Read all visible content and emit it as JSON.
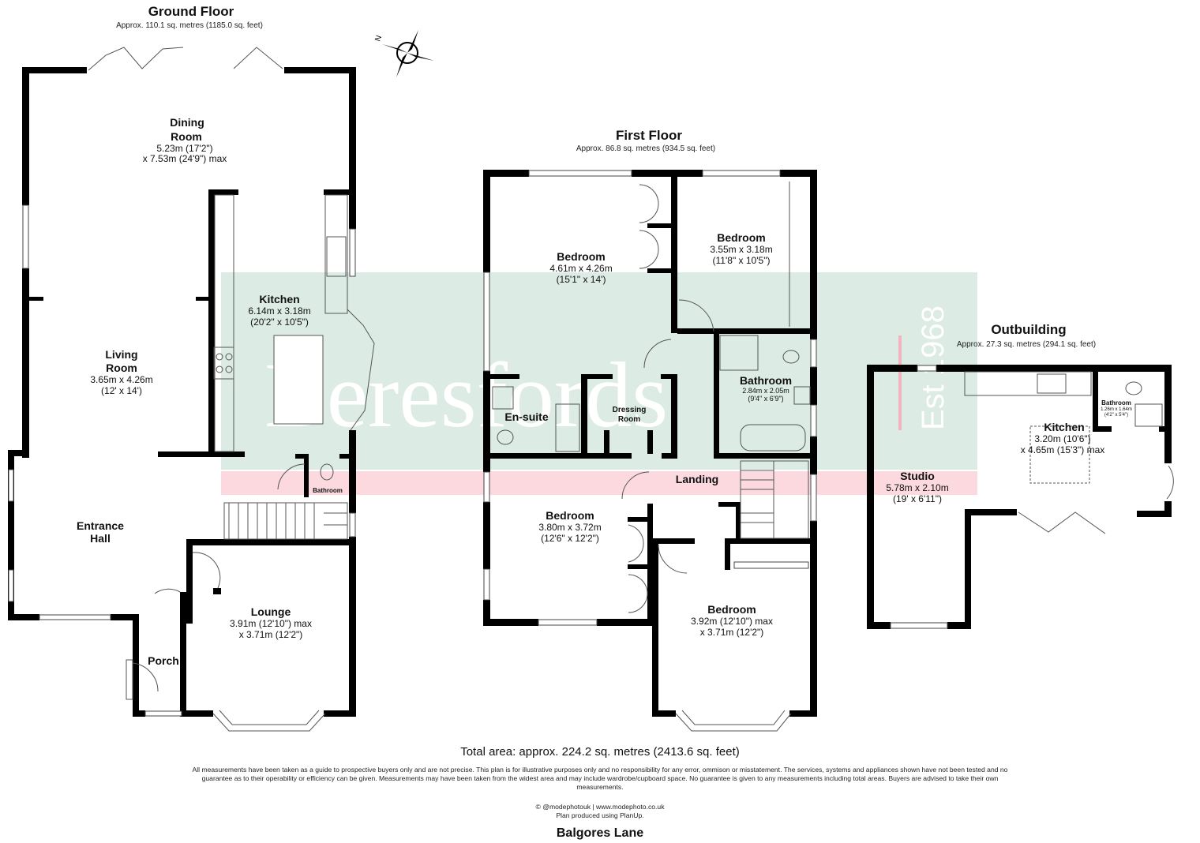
{
  "brand": {
    "name": "Beresfords",
    "est": "Est 1968",
    "band_color": "#dcebe3",
    "stripe_color": "#fbd9df"
  },
  "floors": {
    "ground": {
      "title": "Ground Floor",
      "area": "Approx. 110.1 sq. metres (1185.0 sq. feet)"
    },
    "first": {
      "title": "First Floor",
      "area": "Approx. 86.8 sq. metres (934.5 sq. feet)"
    },
    "outbuilding": {
      "title": "Outbuilding",
      "area": "Approx. 27.3 sq. metres (294.1 sq. feet)"
    }
  },
  "rooms": {
    "dining": {
      "name1": "Dining",
      "name2": "Room",
      "dim1": "5.23m (17'2\")",
      "dim2": "x 7.53m (24'9\") max"
    },
    "living": {
      "name1": "Living",
      "name2": "Room",
      "dim1": "3.65m x 4.26m",
      "dim2": "(12' x 14')"
    },
    "kitchen": {
      "name": "Kitchen",
      "dim1": "6.14m x 3.18m",
      "dim2": "(20'2\" x 10'5\")"
    },
    "entrance": {
      "name1": "Entrance",
      "name2": "Hall"
    },
    "gf_bathroom": {
      "name": "Bathroom"
    },
    "lounge": {
      "name": "Lounge",
      "dim1": "3.91m (12'10\") max",
      "dim2": "x 3.71m (12'2\")"
    },
    "porch": {
      "name": "Porch"
    },
    "bed1": {
      "name": "Bedroom",
      "dim1": "4.61m x 4.26m",
      "dim2": "(15'1\" x 14')"
    },
    "bed2": {
      "name": "Bedroom",
      "dim1": "3.55m x 3.18m",
      "dim2": "(11'8\" x 10'5\")"
    },
    "ensuite": {
      "name": "En-suite"
    },
    "dressing": {
      "name1": "Dressing",
      "name2": "Room"
    },
    "bathroom": {
      "name": "Bathroom",
      "dim1": "2.84m x 2.05m",
      "dim2": "(9'4\" x 6'9\")"
    },
    "landing": {
      "name": "Landing"
    },
    "bed3": {
      "name": "Bedroom",
      "dim1": "3.80m x 3.72m",
      "dim2": "(12'6\" x 12'2\")"
    },
    "bed4": {
      "name": "Bedroom",
      "dim1": "3.92m (12'10\") max",
      "dim2": "x 3.71m (12'2\")"
    },
    "studio": {
      "name": "Studio",
      "dim1": "5.78m x 2.10m",
      "dim2": "(19' x 6'11\")"
    },
    "ob_kitchen": {
      "name": "Kitchen",
      "dim1": "3.20m (10'6\")",
      "dim2": "x 4.65m (15'3\") max"
    },
    "ob_bathroom": {
      "name": "Bathroom",
      "dim": "1.26m x 1.64m",
      "dim2": "(4'2\" x 5'4\")"
    }
  },
  "compass": {
    "label": "N",
    "icon": "compass-icon"
  },
  "footer": {
    "total": "Total area: approx. 224.2 sq. metres (2413.6 sq. feet)",
    "disclaimer": "All measurements have been taken as a guide to prospective buyers only and are not precise. This plan is for illustrative purposes only and no responsibility for any error, ommison or misstatement. The services, systems and appliances shown have not been tested and no guarantee as to their operability or efficiency can be given. Measurements may have been taken from the widest area and may include wardrobe/cupboard space. No guarantee is given to any measurements including total areas. Buyers are advised to take their own measurements.",
    "credit1": "© @modephotouk | www.modephoto.co.uk",
    "credit2": "Plan produced using PlanUp.",
    "property": "Balgores Lane"
  }
}
